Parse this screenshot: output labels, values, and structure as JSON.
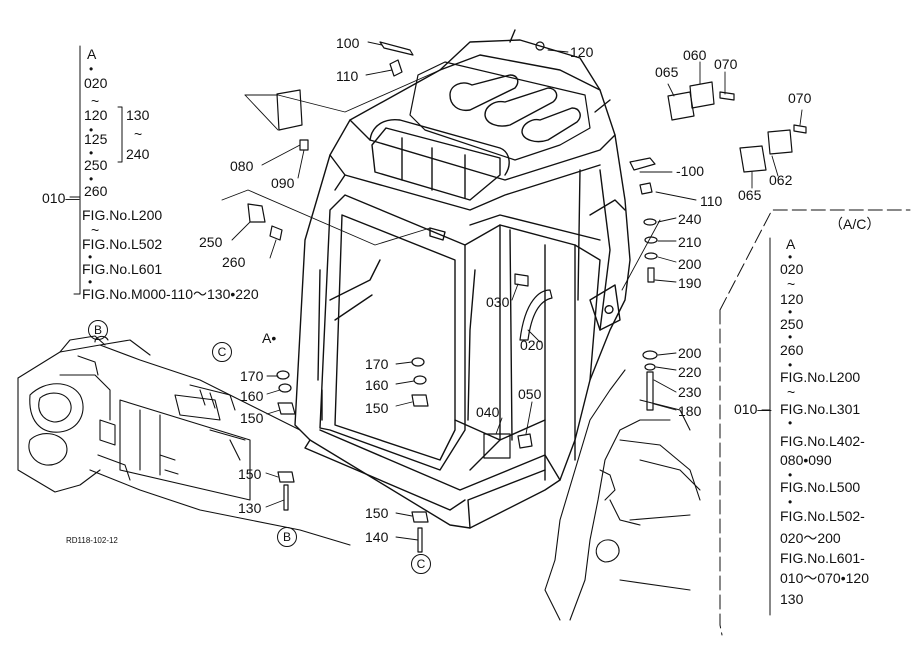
{
  "callouts": {
    "p100_top": "100",
    "p110_top": "110",
    "p120": "120",
    "p060": "060",
    "p070_a": "070",
    "p065_a": "065",
    "p070_b": "070",
    "p062": "062",
    "p065_b": "065",
    "p100_r": "100",
    "p110_r": "110",
    "p240": "240",
    "p210": "210",
    "p200_a": "200",
    "p190": "190",
    "p200_b": "200",
    "p220": "220",
    "p230": "230",
    "p180": "180",
    "p080": "080",
    "p090": "090",
    "p250": "250",
    "p260": "260",
    "p030": "030",
    "p020": "020",
    "p170_l": "170",
    "p160_l": "160",
    "p150_l": "150",
    "p170_m": "170",
    "p160_m": "160",
    "p150_m": "150",
    "p040": "040",
    "p050": "050",
    "p150_b": "150",
    "p130": "130",
    "p150_c": "150",
    "p140": "140"
  },
  "refs": {
    "A_mark": "A•",
    "B_top": "B",
    "C_mid": "C",
    "B_bottom": "B",
    "C_bottom": "C"
  },
  "left_note": {
    "group_label": "010",
    "serial_a": [
      "A",
      "020",
      "120",
      "125",
      "250",
      "260"
    ],
    "range_b": [
      "130",
      "240"
    ],
    "figs": [
      "FIG.No.L200",
      "FIG.No.L502",
      "FIG.No.L601",
      "FIG.No.M000-110～130•220"
    ]
  },
  "ac_note": {
    "title": "（A/C）",
    "group_label": "010",
    "serial": [
      "A",
      "020",
      "120",
      "250",
      "260"
    ],
    "figs": [
      "FIG.No.L200",
      "FIG.No.L301",
      "FIG.No.L402-",
      "080•090",
      "FIG.No.L500",
      "FIG.No.L502-",
      "020～200",
      "FIG.No.L601-",
      "010～070•120",
      "130"
    ]
  },
  "drawing_code": "RD118-102-12",
  "colors": {
    "ink": "#111111",
    "paper": "#ffffff"
  }
}
